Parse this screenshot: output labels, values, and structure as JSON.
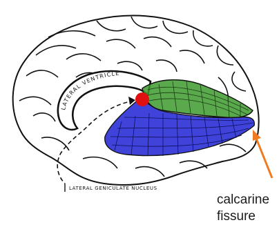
{
  "labels": {
    "lateral_ventricle": "LATERAL VENTRICLE",
    "lateral_geniculate_nucleus": "LATERAL GENICULATE NUCLEUS",
    "calcarine_line1": "calcarine",
    "calcarine_line2": "fissure"
  },
  "colors": {
    "optic_radiation_upper": "#3d9a2e",
    "optic_radiation_lower": "#2b2fd6",
    "lgn_marker": "#e01010",
    "arrow": "#f07a22",
    "outline": "#111111"
  }
}
